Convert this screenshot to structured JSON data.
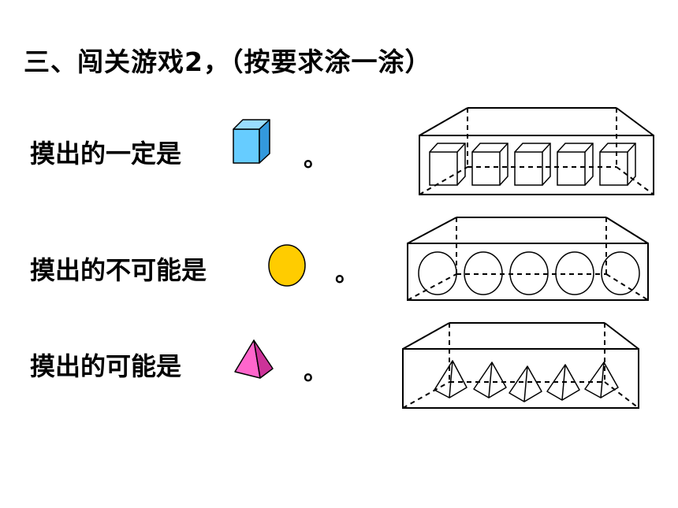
{
  "title": "三、闯关游戏2，（按要求涂一涂）",
  "questions": [
    {
      "text": "摸出的一定是",
      "end": "。",
      "shape": "cube-icon",
      "color": "#66ccff"
    },
    {
      "text": "摸出的不可能是",
      "end": "。",
      "shape": "circle-icon",
      "color": "#ffcc00"
    },
    {
      "text": "摸出的可能是",
      "end": "。",
      "shape": "pyramid-icon",
      "color": "#ff66cc"
    }
  ]
}
